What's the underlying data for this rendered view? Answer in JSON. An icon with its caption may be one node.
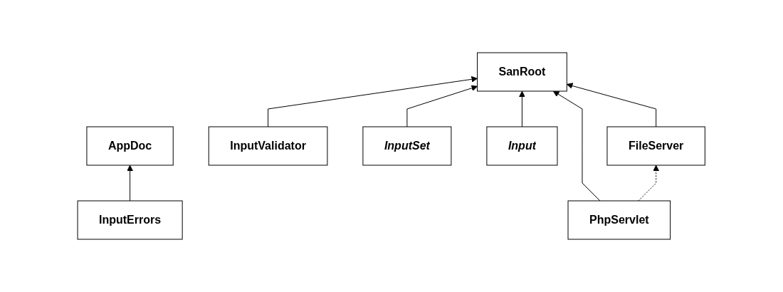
{
  "diagram": {
    "nodes": [
      {
        "text": [
          "AppDoc"
        ]
      },
      {
        "text": [
          "SanRoot"
        ]
      },
      {
        "text": [
          "InputErrors"
        ]
      },
      {
        "text": [
          "InputValidator"
        ]
      },
      {
        "text": [
          "InputSet"
        ]
      },
      {
        "text": [
          "Input"
        ]
      },
      {
        "text": [
          "PhpServlet"
        ]
      },
      {
        "text": [
          "FileServer"
        ]
      }
    ],
    "edges": [
      {
        "from": 2,
        "to": 0,
        "arrow": "to"
      },
      {
        "from": 3,
        "to": 1,
        "arrow": "to"
      },
      {
        "from": 4,
        "to": 1,
        "arrow": "to"
      },
      {
        "from": 5,
        "to": 1,
        "arrow": "to"
      },
      {
        "from": 6,
        "to": 1,
        "arrow": "to"
      },
      {
        "from": 7,
        "to": 1,
        "arrow": "to"
      },
      {
        "from": 6,
        "to": 7,
        "arrow": "to",
        "style": "dashed"
      }
    ]
  }
}
